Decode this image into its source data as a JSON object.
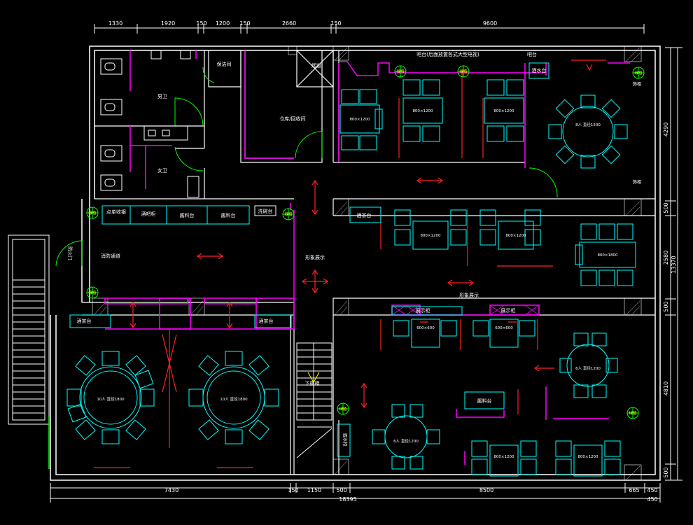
{
  "colors": {
    "background": "#000000",
    "wall": "#ffffff",
    "partition": "#ff00ff",
    "furniture": "#00ffff",
    "arrow": "#ff2020",
    "plant": "#00ff00",
    "dim": "#ffffff",
    "accent_yellow": "#ffff00"
  },
  "dimensions": {
    "top": [
      "1330",
      "1920",
      "150",
      "1200",
      "150",
      "2660",
      "150",
      "9600"
    ],
    "bottom": [
      "7430",
      "150",
      "1150",
      "500",
      "8500",
      "665",
      "450"
    ],
    "bottom_total": "18395",
    "bottom_right_extra": "450",
    "right": [
      "4290",
      "500",
      "2580",
      "500",
      "4810",
      "500"
    ],
    "right_total": "13370"
  },
  "rooms": {
    "men_wc": "男卫",
    "women_wc": "女卫",
    "cleaning": "保洁间",
    "storage": "仓库/回收间",
    "smoke_shaft": "烟道",
    "bar_header": "吧台(后面放置各式大型电视)",
    "bar_header_right": "吧台",
    "water_station": "酒水台",
    "left_side_note": "饰柜",
    "left_side_note2": "饰柜",
    "fire_stair": "消防通道",
    "fire_door": "防火门",
    "center_display": "形象展示",
    "center_display2": "形象展示",
    "downstairs": "下楼梯",
    "wine_rack": "酒水柜",
    "tea_left": "酒茶台",
    "tea_right": "酒茶台"
  },
  "labels": {
    "counter_1": "点单收银",
    "counter_2": "酒吧柜",
    "counter_3": "酱料台",
    "counter_4": "酱料台",
    "wash": "洗碗台",
    "tea_station_1": "酒茶台",
    "display_cab_1": "展示柜",
    "display_cab_2": "展示柜",
    "sauce_table": "酱料台",
    "plant": "绿植"
  },
  "tables": {
    "t4_1": "800×1200",
    "t4_2": "800×1200",
    "t4_3": "800×1200",
    "round8_1": "8人 直径1500",
    "t4_4": "800×1200",
    "t4_5": "800×1200",
    "t6_1": "800×1800",
    "t2_1": "600×600",
    "t2_2": "600×600",
    "round6_1": "6人 直径1200",
    "round6_2": "6人 直径1200",
    "t4_6": "800×1200",
    "t4_7": "800×1200",
    "round10_1": "10人 直径1800",
    "round10_2": "10人 直径1800"
  }
}
